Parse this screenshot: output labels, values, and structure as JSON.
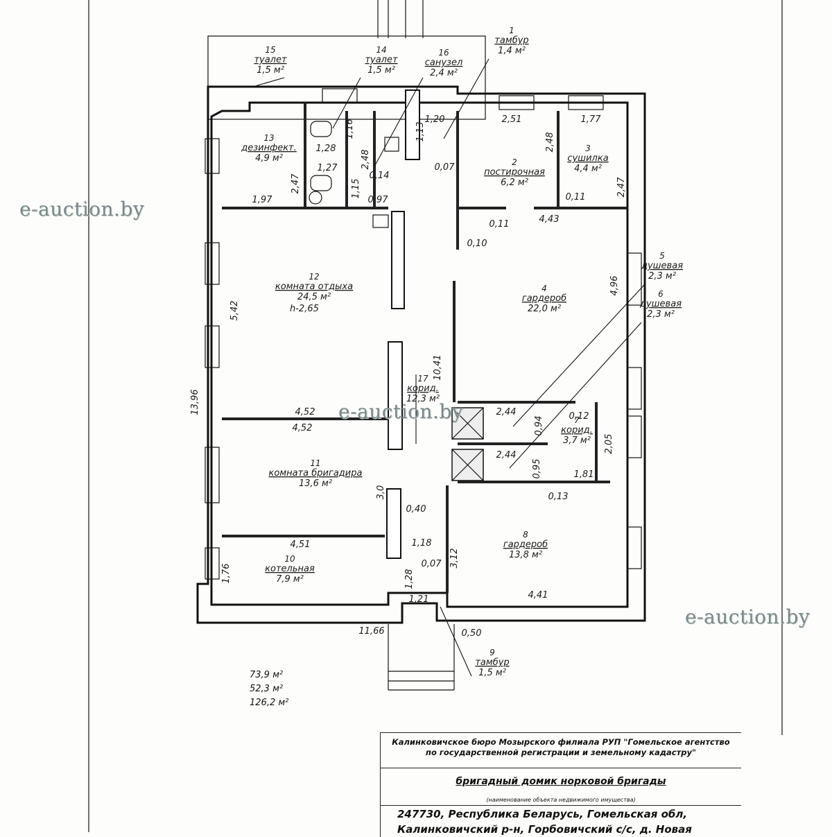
{
  "rooms": [
    {
      "num": "1",
      "name": "тамбур",
      "area": "1,4 м²"
    },
    {
      "num": "2",
      "name": "постирочная",
      "area": "6,2 м²"
    },
    {
      "num": "3",
      "name": "сушилка",
      "area": "4,4 м²"
    },
    {
      "num": "4",
      "name": "гардероб",
      "area": "22,0 м²"
    },
    {
      "num": "5",
      "name": "душевая",
      "area": "2,3 м²"
    },
    {
      "num": "6",
      "name": "душевая",
      "area": "2,3 м²"
    },
    {
      "num": "7",
      "name": "корид.",
      "area": "3,7 м²"
    },
    {
      "num": "8",
      "name": "гардероб",
      "area": "13,8 м²"
    },
    {
      "num": "9",
      "name": "тамбур",
      "area": "1,5 м²"
    },
    {
      "num": "10",
      "name": "котельная",
      "area": "7,9 м²"
    },
    {
      "num": "11",
      "name": "комната бригадира",
      "area": "13,6 м²"
    },
    {
      "num": "12",
      "name": "комната отдыха",
      "area": "24,5 м²",
      "extra": "h-2,65"
    },
    {
      "num": "13",
      "name": "дезинфект.",
      "area": "4,9 м²"
    },
    {
      "num": "14",
      "name": "туалет",
      "area": "1,5 м²"
    },
    {
      "num": "15",
      "name": "туалет",
      "area": "1,5 м²"
    },
    {
      "num": "16",
      "name": "санузел",
      "area": "2,4 м²"
    },
    {
      "num": "17",
      "name": "корид.",
      "area": "12,3 м²"
    }
  ],
  "dims": [
    "2,51",
    "1,77",
    "2,48",
    "1,20",
    "1,16",
    "1,13",
    "1,28",
    "2,48",
    "1,27",
    "2,47",
    "1,15",
    "0,14",
    "0,07",
    "1,97",
    "0,97",
    "0,11",
    "4,43",
    "0,11",
    "0,10",
    "2,47",
    "5,42",
    "4,96",
    "10,41",
    "13,96",
    "4,52",
    "4,52",
    "2,44",
    "0,94",
    "0,12",
    "2,44",
    "0,95",
    "2,05",
    "1,81",
    "0,13",
    "3,0",
    "0,40",
    "4,51",
    "1,18",
    "0,07",
    "3,12",
    "1,76",
    "1,28",
    "1,21",
    "4,41",
    "11,66",
    "0,50"
  ],
  "totals": [
    "73,9 м²",
    "52,3 м²",
    "126,2 м²"
  ],
  "watermarks": [
    "e-auction.by",
    "e-auction.by",
    "e-auction.by"
  ],
  "stamp": {
    "org_line1": "Калинковичское бюро Мозырского филиала  РУП \"Гомельское агентство",
    "org_line2": "по государственной регистрации и земельному кадастру\"",
    "object": "бригадный домик норковой бригады",
    "object_note": "(наименование объекта недвижимого имущества)",
    "address1": "247730, Республика Беларусь, Гомельская обл,",
    "address2": "Калинковичский р-н, Горбовичский с/с, д. Новая"
  }
}
